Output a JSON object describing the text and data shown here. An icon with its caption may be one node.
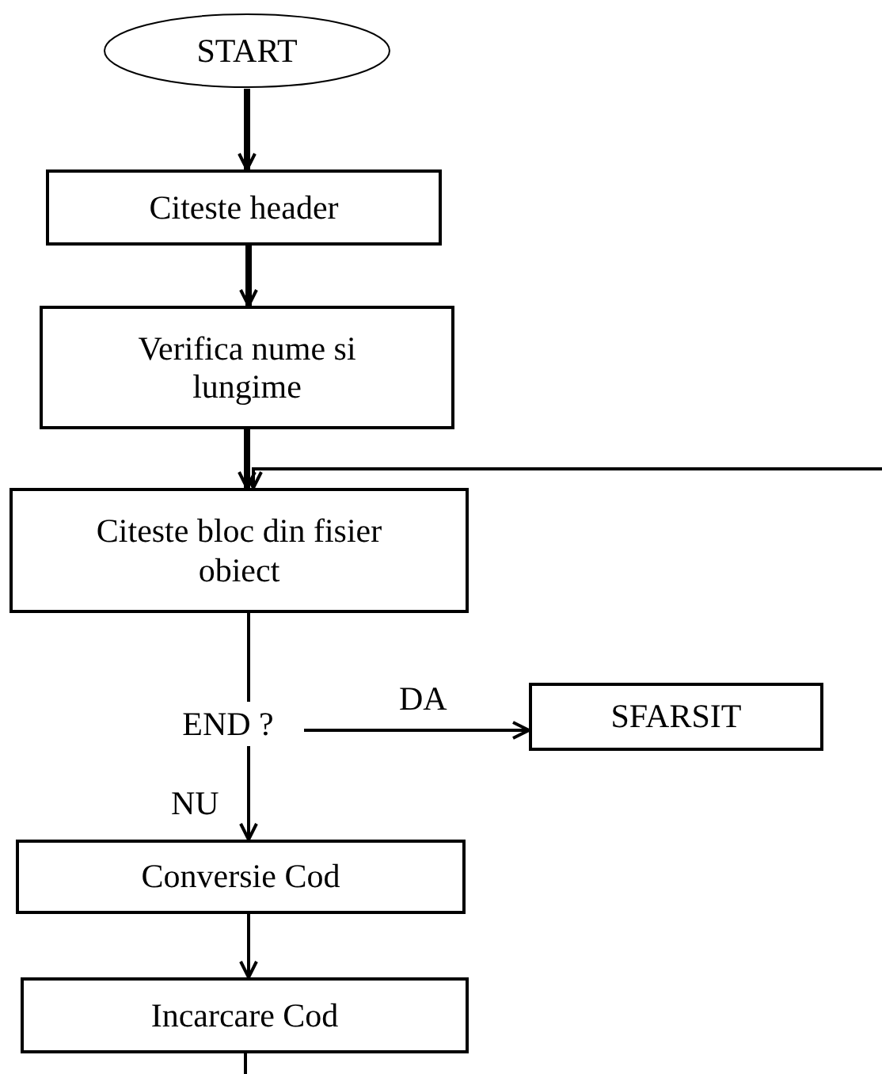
{
  "diagram": {
    "nodes": [
      {
        "text": [
          "START"
        ]
      },
      {
        "text": [
          "Citeste header"
        ]
      },
      {
        "text": [
          "Verifica nume si lungime"
        ]
      },
      {
        "text": [
          "Citeste bloc din fisier obiect"
        ]
      },
      {
        "text": [
          "END ?"
        ]
      },
      {
        "text": [
          "SFARSIT"
        ]
      },
      {
        "text": [
          "Conversie Cod"
        ]
      },
      {
        "text": [
          "Incarcare Cod"
        ]
      }
    ],
    "edges": [
      {
        "from": 0,
        "to": 1,
        "arrow": "to",
        "style": "thick"
      },
      {
        "from": 1,
        "to": 2,
        "arrow": "to",
        "style": "thick"
      },
      {
        "from": 2,
        "to": 3,
        "arrow": "to",
        "style": "thick"
      },
      {
        "from": null,
        "to": 3,
        "arrow": "to"
      },
      {
        "from": 3,
        "to": 4,
        "arrow": "none"
      },
      {
        "from": 4,
        "to": 5,
        "arrow": "to",
        "label": "DA"
      },
      {
        "from": 4,
        "to": 6,
        "arrow": "to",
        "label": "NU"
      },
      {
        "from": 6,
        "to": 7,
        "arrow": "to"
      },
      {
        "from": 7,
        "to": null,
        "arrow": "none"
      }
    ]
  }
}
